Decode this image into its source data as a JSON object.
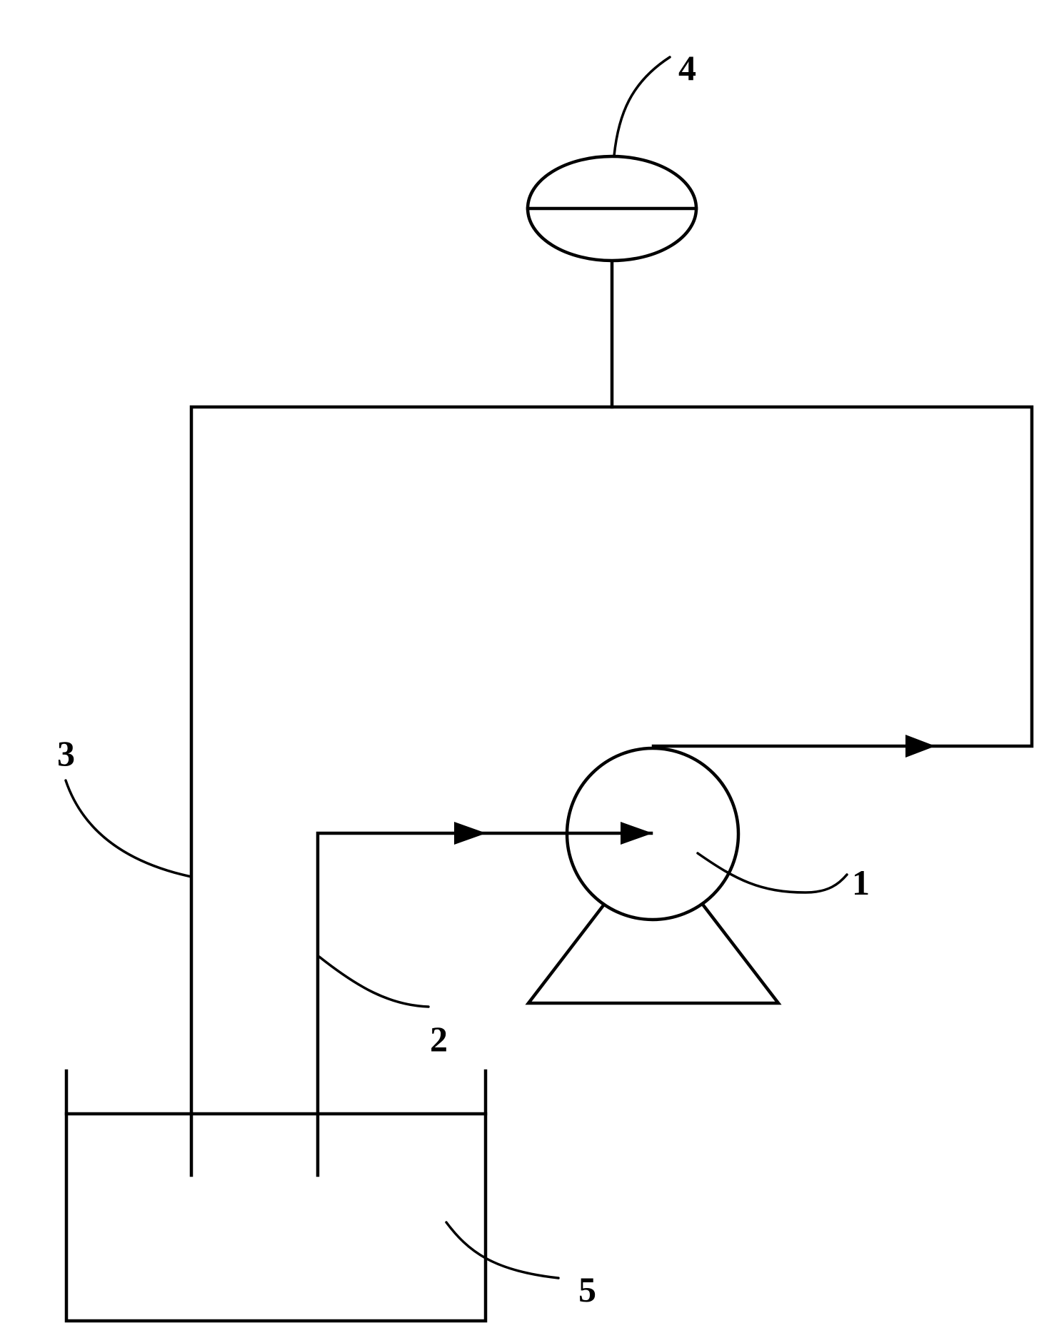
{
  "labels": {
    "pump": "1",
    "inlet_pipe": "2",
    "return_pipe": "3",
    "gauge": "4",
    "tank": "5"
  },
  "colors": {
    "stroke": "#000000",
    "background": "#ffffff"
  }
}
